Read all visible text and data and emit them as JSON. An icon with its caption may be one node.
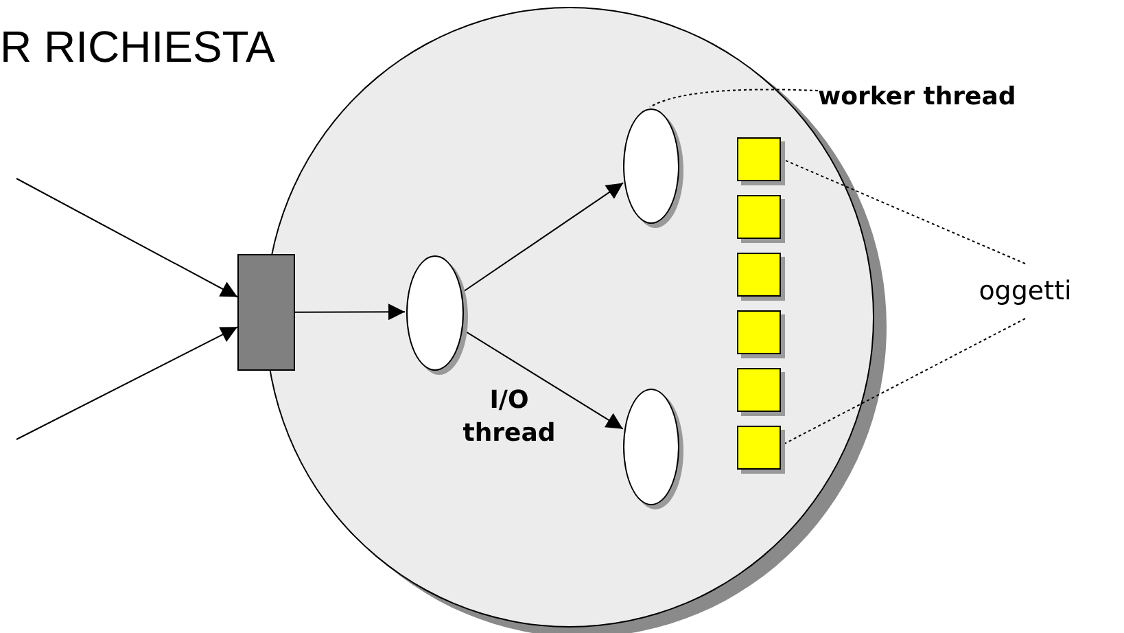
{
  "diagram": {
    "title": "R RICHIESTA",
    "nodes": [
      {
        "text": [],
        "shape": "circle"
      },
      {
        "text": [],
        "shape": "box"
      },
      {
        "text": [],
        "shape": "ellipse",
        "in": 0,
        "beside": [
          "I/O thread"
        ]
      },
      {
        "text": [],
        "shape": "ellipse",
        "in": 0
      },
      {
        "text": [],
        "shape": "ellipse",
        "in": 0
      },
      {
        "text": [],
        "shape": "box",
        "in": 0
      },
      {
        "text": [],
        "shape": "box",
        "in": 0
      },
      {
        "text": [],
        "shape": "box",
        "in": 0
      },
      {
        "text": [],
        "shape": "box",
        "in": 0
      },
      {
        "text": [],
        "shape": "box",
        "in": 0
      },
      {
        "text": [],
        "shape": "box",
        "in": 0
      },
      {
        "text": [
          "worker thread"
        ]
      },
      {
        "text": [
          "oggetti"
        ]
      }
    ],
    "edges": [
      {
        "from": null,
        "to": 1,
        "arrow": "to"
      },
      {
        "from": null,
        "to": 1,
        "arrow": "to"
      },
      {
        "from": 1,
        "to": 2,
        "arrow": "to"
      },
      {
        "from": 2,
        "to": 3,
        "arrow": "to"
      },
      {
        "from": 2,
        "to": 4,
        "arrow": "to"
      },
      {
        "from": 11,
        "to": 3,
        "arrow": "none",
        "style": "dashed"
      },
      {
        "from": 12,
        "to": 5,
        "arrow": "none",
        "style": "dashed"
      },
      {
        "from": 12,
        "to": 10,
        "arrow": "none",
        "style": "dashed"
      }
    ]
  }
}
